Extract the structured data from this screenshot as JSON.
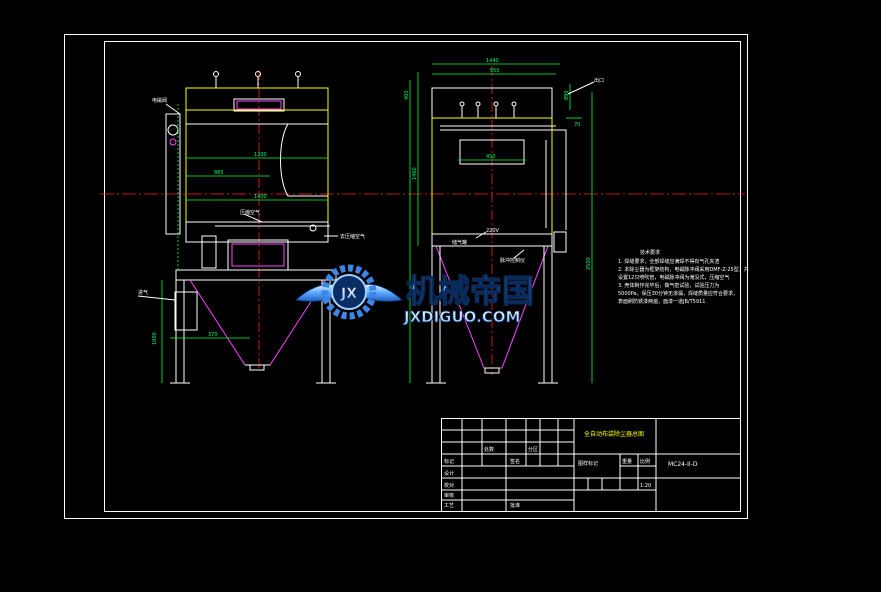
{
  "colors": {
    "background": "#000000",
    "frame": "#ffffff",
    "body": "#ffff00",
    "dimension": "#00ff33",
    "centerline": "#ff2020",
    "hopper": "#ff40ff",
    "watermark_gradient": "#1e90ff"
  },
  "front_view": {
    "callouts": {
      "motor": "电磁阀",
      "air_supply": "压缩空气",
      "compressed_air": "去压缩空气",
      "inlet": "进气"
    },
    "dims": {
      "d_1300": "1300",
      "d_885": "885",
      "d_1400": "1400",
      "d_1000": "1000",
      "d_370": "370"
    }
  },
  "side_view": {
    "callouts": {
      "outlet": "出口",
      "power": "220V",
      "control_box": "脉冲控制仪",
      "gas_tank": "储气罐"
    },
    "dims": {
      "d_1440": "1440",
      "d_550": "550",
      "d_400": "400",
      "d_450": "450",
      "d_1460": "1460",
      "d_2500": "2500",
      "d_70": "70",
      "d_890": "890"
    }
  },
  "notes": {
    "heading": "技术要求",
    "lines": [
      "1. 焊缝要求，全部焊缝应满焊不得有气孔夹渣",
      "2. 本除尘器为框架结构，电磁脉冲阀采用DMF-Z-25型，共",
      "   设置12只喷吹管，电磁脉冲阀为淹没式，压缩空气",
      "3. 壳体制作完毕后，做气密试验，试验压力为",
      "   5000Pa，保压30分钟无渗漏，焊缝质量应符合要求，",
      "   表面刷防锈漆两遍，面漆一道JB/T5911"
    ]
  },
  "title_block": {
    "title": "全自动布袋除尘器总图",
    "drawing_no": "MC24-II-D",
    "rows": [
      "标记",
      "设计",
      "校对",
      "审核",
      "工艺",
      "批准"
    ],
    "cells": {
      "qty": "处数",
      "zone": "分区",
      "weight": "重量",
      "scale": "比例",
      "ratio": "1:20",
      "material": "图样标记",
      "sign": "签名"
    }
  },
  "watermark": {
    "badge": "JX",
    "title": "机械帝国",
    "subtitle": "JXDIGUO.COM"
  }
}
